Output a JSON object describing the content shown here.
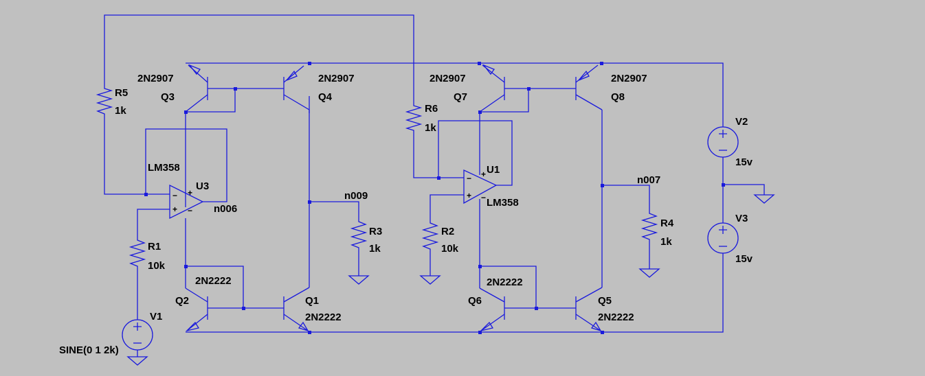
{
  "labels": {
    "q3_model": "2N2907",
    "q3_name": "Q3",
    "q4_model": "2N2907",
    "q4_name": "Q4",
    "q7_model": "2N2907",
    "q7_name": "Q7",
    "q8_model": "2N2907",
    "q8_name": "Q8",
    "q2_model": "2N2222",
    "q2_name": "Q2",
    "q1_model": "2N2222",
    "q1_name": "Q1",
    "q6_model": "2N2222",
    "q6_name": "Q6",
    "q5_model": "2N2222",
    "q5_name": "Q5",
    "r5_name": "R5",
    "r5_value": "1k",
    "r6_name": "R6",
    "r6_value": "1k",
    "r1_name": "R1",
    "r1_value": "10k",
    "r2_name": "R2",
    "r2_value": "10k",
    "r3_name": "R3",
    "r3_value": "1k",
    "r4_name": "R4",
    "r4_value": "1k",
    "u3_model": "LM358",
    "u3_name": "U3",
    "u1_model": "LM358",
    "u1_name": "U1",
    "net_left": "n006",
    "net_mid": "n009",
    "net_right": "n007",
    "v1_name": "V1",
    "v1_value": "SINE(0 1 2k)",
    "v2_name": "V2",
    "v2_value": "15v",
    "v3_name": "V3",
    "v3_value": "15v"
  },
  "polarity": {
    "plus": "+",
    "minus": "−"
  }
}
